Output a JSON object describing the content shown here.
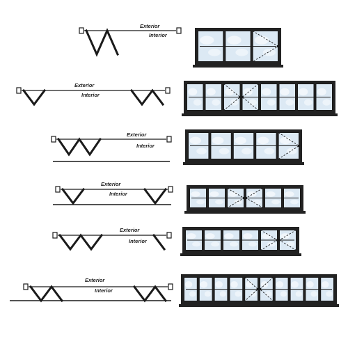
{
  "colors": {
    "line": "#1a1a1a",
    "glass": "#dce9f4",
    "glass_cloud": "#f4f8fc",
    "frame": "#222222"
  },
  "rows": [
    {
      "exterior_label": "Exterior",
      "interior_label": "Interior",
      "panels": 3,
      "folding": [
        [
          0,
          3
        ]
      ],
      "open_panels": [
        2
      ],
      "sill_line": false
    },
    {
      "exterior_label": "Exterior",
      "interior_label": "Interior",
      "panels": 8,
      "folding": [
        [
          0,
          2
        ],
        [
          5,
          8
        ]
      ],
      "open_panels": [
        2,
        3
      ],
      "sill_line": false
    },
    {
      "exterior_label": "Exterior",
      "interior_label": "Interior",
      "panels": 5,
      "folding": [
        [
          0,
          4
        ]
      ],
      "open_panels": [
        4
      ],
      "sill_line": true
    },
    {
      "exterior_label": "Exterior",
      "interior_label": "Interior",
      "panels": 6,
      "folding": [
        [
          0,
          2
        ],
        [
          4,
          6
        ]
      ],
      "open_panels": [
        2,
        3
      ],
      "sill_line": true
    },
    {
      "exterior_label": "Exterior",
      "interior_label": "Interior",
      "panels": 6,
      "folding": [
        [
          0,
          4
        ],
        [
          5,
          6
        ]
      ],
      "open_panels": [
        4,
        5
      ],
      "sill_line": true
    },
    {
      "exterior_label": "Exterior",
      "interior_label": "Interior",
      "panels": 10,
      "folding": [
        [
          0,
          3
        ],
        [
          7,
          10
        ]
      ],
      "open_panels": [
        4,
        5
      ],
      "sill_line": true
    }
  ]
}
